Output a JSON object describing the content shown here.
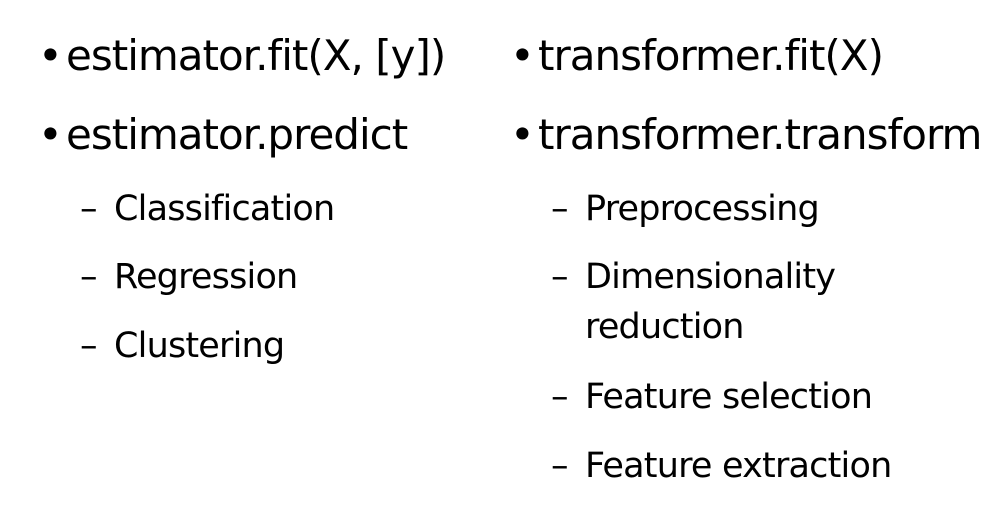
{
  "left": {
    "bullets": [
      {
        "text": "estimator.fit(X, [y])"
      },
      {
        "text": "estimator.predict"
      }
    ],
    "subitems": [
      "Classification",
      "Regression",
      "Clustering"
    ]
  },
  "right": {
    "bullets": [
      {
        "text": "transformer.fit(X)"
      },
      {
        "text": "transformer.transform"
      }
    ],
    "subitems": [
      "Preprocessing",
      "Dimensionality",
      "reduction",
      "Feature selection",
      "Feature extraction"
    ]
  },
  "glyphs": {
    "bullet": "•",
    "dash": "–"
  }
}
